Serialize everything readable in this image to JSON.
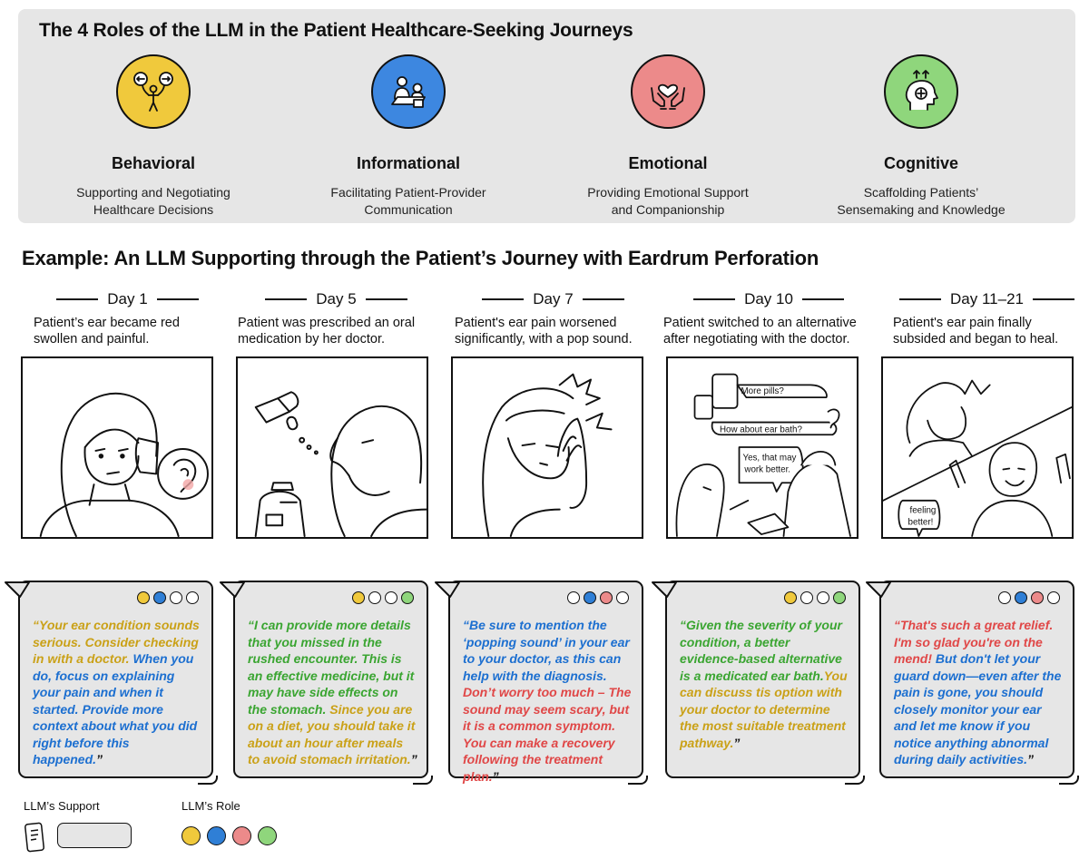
{
  "colors": {
    "behavioral": "#f0c93c",
    "informational": "#2f7fd6",
    "emotional": "#ec8a8a",
    "cognitive": "#8fd67c",
    "empty": "#ffffff",
    "text_behavioral": "#caa117",
    "text_informational": "#1c6fd0",
    "text_emotional": "#e04747",
    "text_cognitive": "#3aa531"
  },
  "roles_panel": {
    "title": "The 4 Roles of the LLM in the Patient Healthcare-Seeking Journeys",
    "roles": [
      {
        "name": "Behavioral",
        "desc_line1": "Supporting and Negotiating",
        "desc_line2": "Healthcare Decisions",
        "color": "#f0c93c",
        "icon": "decision-arrows-icon"
      },
      {
        "name": "Informational",
        "desc_line1": "Facilitating Patient-Provider",
        "desc_line2": "Communication",
        "color": "#3d87e0",
        "icon": "consultation-icon"
      },
      {
        "name": "Emotional",
        "desc_line1": "Providing Emotional Support",
        "desc_line2": "and Companionship",
        "color": "#ec8a8a",
        "icon": "heart-hands-icon"
      },
      {
        "name": "Cognitive",
        "desc_line1": "Scaffolding Patients’",
        "desc_line2": "Sensemaking and Knowledge",
        "color": "#8fd67c",
        "icon": "brain-growth-icon"
      }
    ]
  },
  "example": {
    "title": "Example: An LLM Supporting through the Patient’s Journey with Eardrum Perforation",
    "days": [
      {
        "label": "Day 1",
        "desc": "Patient’s ear became red swollen and painful.",
        "dots": [
          "behavioral",
          "informational",
          "empty",
          "empty"
        ],
        "segments": [
          {
            "text": "“Your ear condition sounds serious. Consider checking in with a doctor. ",
            "role": "behavioral"
          },
          {
            "text": "When you do, focus on explaining your pain and when it started. Provide more context about what you did right before this happened.",
            "role": "informational"
          },
          {
            "text": "”",
            "role": "none"
          }
        ]
      },
      {
        "label": "Day 5",
        "desc": "Patient was prescribed an oral medication by her doctor.",
        "dots": [
          "behavioral",
          "empty",
          "empty",
          "cognitive"
        ],
        "segments": [
          {
            "text": "“I can provide more details that you missed in the rushed encounter. This is an effective medicine, but it may have side effects on the stomach. ",
            "role": "cognitive"
          },
          {
            "text": "Since you are on a diet, you should take it about an hour after meals to avoid stomach irritation.",
            "role": "behavioral"
          },
          {
            "text": "”",
            "role": "none"
          }
        ]
      },
      {
        "label": "Day 7",
        "desc": "Patient's ear pain worsened significantly, with a pop sound.",
        "dots": [
          "empty",
          "informational",
          "emotional",
          "empty"
        ],
        "segments": [
          {
            "text": "“Be sure to mention the ‘popping sound’ in your ear to your doctor, as this can help with the diagnosis. ",
            "role": "informational"
          },
          {
            "text": "Don’t worry too much – The sound may seem scary, but it is a common symptom. You can make a recovery following the treatment plan.",
            "role": "emotional"
          },
          {
            "text": "”",
            "role": "none"
          }
        ]
      },
      {
        "label": "Day 10",
        "desc": "Patient switched to an alternative after negotiating with the doctor.",
        "dots": [
          "behavioral",
          "empty",
          "empty",
          "cognitive"
        ],
        "segments": [
          {
            "text": "“Given the severity of your condition, a better evidence-based alternative is a medicated ear bath.",
            "role": "cognitive"
          },
          {
            "text": "You can discuss tis option with your doctor to determine the most suitable treatment pathway.",
            "role": "behavioral"
          },
          {
            "text": "”",
            "role": "none"
          }
        ]
      },
      {
        "label": "Day 11–21",
        "desc": "Patient's ear pain finally subsided and began to heal.",
        "dots": [
          "empty",
          "informational",
          "emotional",
          "empty"
        ],
        "segments": [
          {
            "text": "“That's such a great relief. I'm so glad you're on the mend! ",
            "role": "emotional"
          },
          {
            "text": "But don't let your guard down—even after the pain is gone, you should closely monitor your ear and let me know if you notice anything abnormal during daily activities.",
            "role": "informational"
          },
          {
            "text": "”",
            "role": "none"
          }
        ]
      }
    ],
    "panel_texts": {
      "more_pills": "More pills?",
      "ear_bath": "How about ear bath?",
      "yes_line1": "Yes, that may",
      "yes_line2": "work better.",
      "feeling_line1": "feeling",
      "feeling_line2": "better!"
    }
  },
  "legend": {
    "support_label": "LLM’s Support",
    "role_label": "LLM’s Role",
    "role_dots": [
      "behavioral",
      "informational",
      "emotional",
      "cognitive"
    ]
  }
}
